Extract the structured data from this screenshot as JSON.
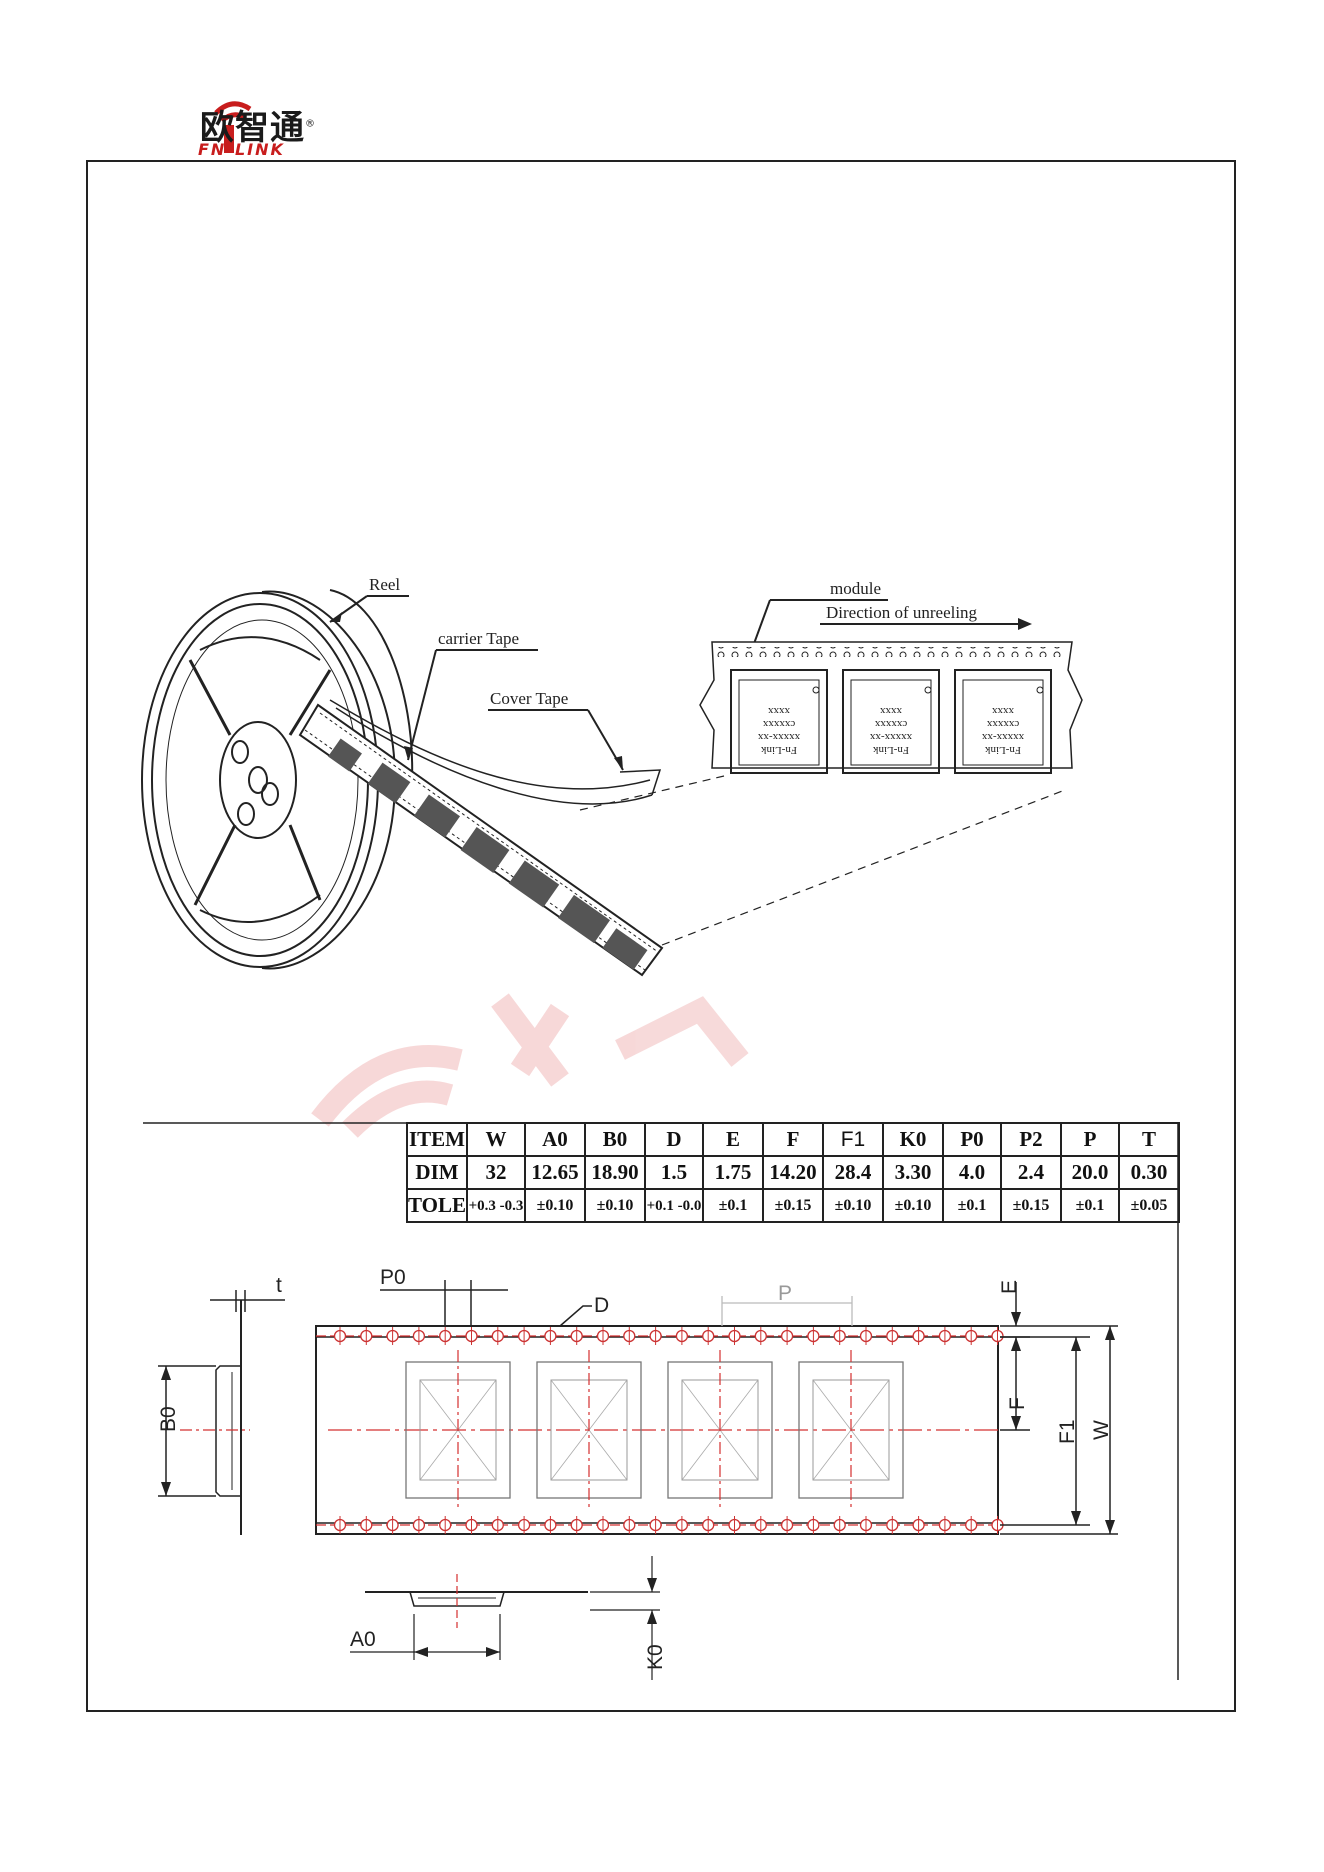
{
  "brand": {
    "name": "欧智通",
    "sub": "FN-LINK",
    "reg": "®"
  },
  "callouts": {
    "reel": "Reel",
    "carrier_tape": "carrier Tape",
    "cover_tape": "Cover Tape",
    "module": "module",
    "direction": "Direction of unreeling"
  },
  "module_marking": [
    "xxxx",
    "cxxxxx",
    "xxxxx-xx",
    "Fn-Link"
  ],
  "table": {
    "headers": [
      "ITEM",
      "W",
      "A0",
      "B0",
      "D",
      "E",
      "F",
      "F1",
      "K0",
      "P0",
      "P2",
      "P",
      "T"
    ],
    "dim": [
      "DIM",
      "32",
      "12.65",
      "18.90",
      "1.5",
      "1.75",
      "14.20",
      "28.4",
      "3.30",
      "4.0",
      "2.4",
      "20.0",
      "0.30"
    ],
    "tole": [
      "TOLE",
      "+0.3 -0.3",
      "±0.10",
      "±0.10",
      "+0.1 -0.0",
      "±0.1",
      "±0.15",
      "±0.10",
      "±0.10",
      "±0.1",
      "±0.15",
      "±0.1",
      "±0.05"
    ]
  },
  "dimensions": {
    "t": "t",
    "p0": "P0",
    "d": "D",
    "p": "P",
    "e": "E",
    "f": "F",
    "f1": "F1",
    "w": "W",
    "b0": "B0",
    "a0": "A0",
    "k0": "K0"
  },
  "colors": {
    "brand_red": "#c81d1d",
    "line": "#222222",
    "centerline": "#d43030",
    "pocket": "#555555"
  }
}
